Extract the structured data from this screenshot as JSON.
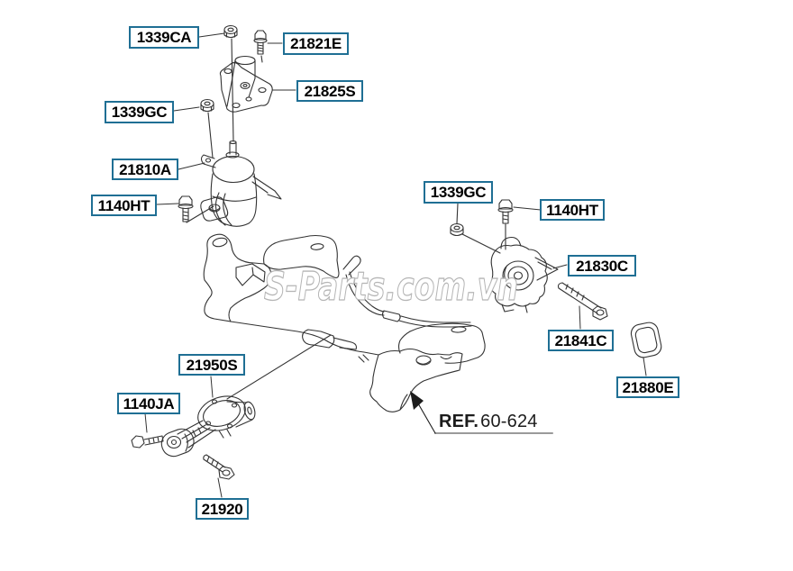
{
  "diagram": {
    "watermark": "S-Parts.com.vn",
    "ref": {
      "prefix": "REF.",
      "number": "60-624"
    },
    "labels": [
      {
        "part": "1339CA"
      },
      {
        "part": "21821E"
      },
      {
        "part": "21825S"
      },
      {
        "part": "1339GC"
      },
      {
        "part": "21810A"
      },
      {
        "part": "1140HT"
      },
      {
        "part": "1339GC"
      },
      {
        "part": "1140HT"
      },
      {
        "part": "21830C"
      },
      {
        "part": "21841C"
      },
      {
        "part": "21880E"
      },
      {
        "part": "21950S"
      },
      {
        "part": "1140JA"
      },
      {
        "part": "21920"
      }
    ],
    "colors": {
      "label_border": "#1f6f94",
      "line_art": "#333333",
      "watermark_outline": "#b5b5b5",
      "ref_underline": "#9a9a9a"
    }
  }
}
